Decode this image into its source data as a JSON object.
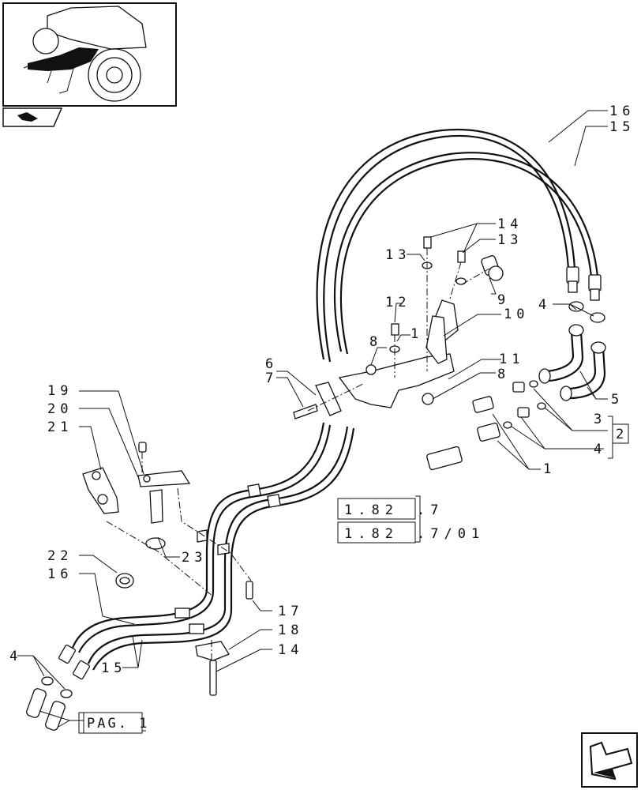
{
  "callouts": {
    "c16_top": "16",
    "c15_top": "15",
    "c14_top": "14",
    "c13_right": "13",
    "c13_left": "13",
    "c9": "9",
    "c12": "12",
    "c1_mid": "1",
    "c10": "10",
    "c4_right": "4",
    "c8_top": "8",
    "c6": "6",
    "c7": "7",
    "c11": "11",
    "c8_mid": "8",
    "c5": "5",
    "c3": "3",
    "c2": "2",
    "c4_low": "4",
    "c1_low": "1",
    "c19": "19",
    "c20": "20",
    "c21": "21",
    "c23": "23",
    "c22": "22",
    "c16_low": "16",
    "c17": "17",
    "c18": "18",
    "c14_low": "14",
    "c15_low": "15",
    "c4_left": "4"
  },
  "references": {
    "ref1_boxed": "1.82",
    "ref1_tail": ".7",
    "ref2_boxed": "1.82",
    "ref2_tail": ".7/01",
    "pag": "PAG. 1"
  },
  "icons": {
    "thumbnail": "tractor-thumbnail-icon",
    "section": "hand-section-icon",
    "nav": "next-page-arrow-icon"
  }
}
